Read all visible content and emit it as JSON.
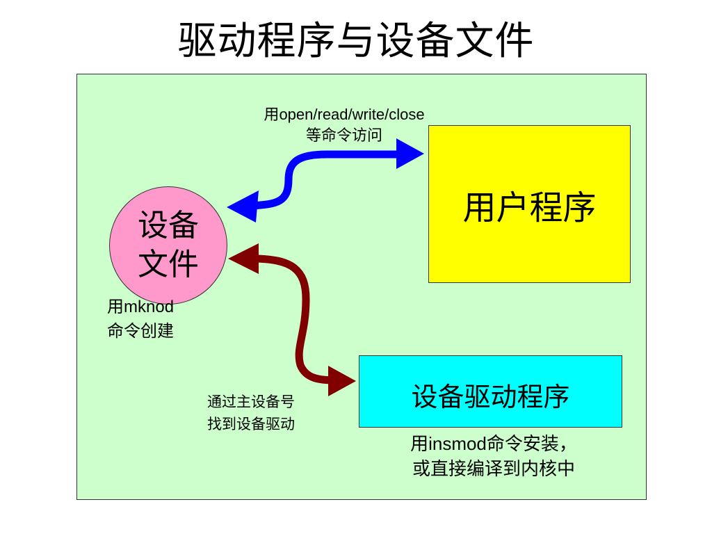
{
  "title": "驱动程序与设备文件",
  "device_file": {
    "label_line1": "设备",
    "label_line2": "文件"
  },
  "user_program": {
    "label": "用户程序"
  },
  "driver": {
    "label": "设备驱动程序"
  },
  "captions": {
    "open_access": {
      "prefix": "用",
      "commands": "open/read/write/close",
      "line2": "等命令访问"
    },
    "mknod": {
      "prefix": "用",
      "command": "mknod",
      "line2": "命令创建"
    },
    "major_number": {
      "line1": "通过主设备号",
      "line2": "找到设备驱动"
    },
    "insmod": {
      "prefix": "用",
      "command": "insmod",
      "suffix": "命令安装，",
      "line2": "或直接编译到内核中"
    }
  },
  "colors": {
    "panel_background": "#ccffcc",
    "device_file_fill": "#ff99cc",
    "user_program_fill": "#ffff00",
    "driver_fill": "#00ffff",
    "access_arrow": "#0000ff",
    "driver_arrow": "#800000"
  }
}
